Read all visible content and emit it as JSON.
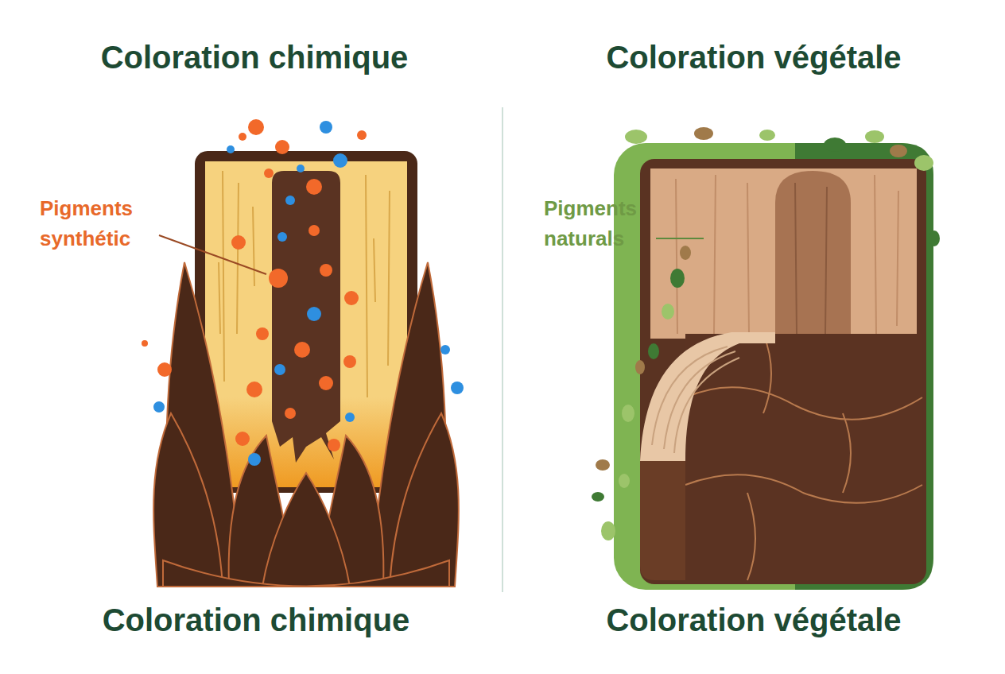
{
  "diagram": {
    "labels": [
      "Coloration chimique",
      "Coloration végétale",
      "Pigments synthétic",
      "Pigments naturals",
      "Coloration chimique",
      "Coloration végétale"
    ]
  }
}
